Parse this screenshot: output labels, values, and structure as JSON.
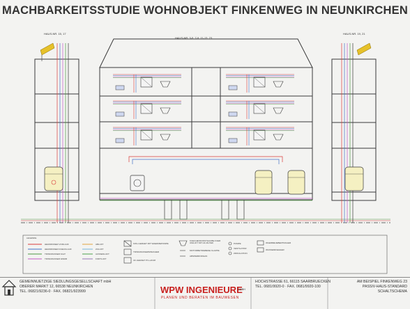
{
  "title": "MACHBARKEITSSTUDIE WOHNOBJEKT FINKENWEG IN NEUNKIRCHEN",
  "house_labels": {
    "left": "HAUS-NR. 15, 17",
    "center": "HAUS-NR. 3-5, 7-9, 11-13, 23",
    "right": "HAUS-NR. 19, 21"
  },
  "legend": {
    "heading": "LEGENDE",
    "pipes": [
      "HEIZWASSER VORLAUF",
      "HEIZWASSER RUECKLAUF",
      "TRINKWASSER KALT",
      "TRINKWASSER WARM"
    ],
    "air": [
      "ABLUFT",
      "ZULUFT",
      "AUSSENLUFT",
      "FORTLUFT"
    ],
    "devices": [
      "KWL-GERAET MIT WAERMEPUMPE",
      "TRINKWASSERSPEICHER",
      "UF-GERAET PV+LZUM",
      "KUECHENDUNSTHAUBE FUER UMLUFT MIT AK-FILTER",
      "MOTORBETRIEBENE KLAPPE",
      "ABSPERRORGAN",
      "PUMPE",
      "VENTILATOR",
      "ZIRKULATION",
      "WAERMEUEBERTRAGER",
      "WASSERZAEHLER"
    ]
  },
  "footer": {
    "client_name": "GEMEINNUETZIGE SIEDLUNGSGESELLSCHAFT mbH",
    "client_address": "OBERER MARKT 12, 66538 NEUNKIRCHEN",
    "client_phone": "TEL. 06821/9236-0 · FAX. 06821/923999",
    "firm_prefix": "WPW",
    "firm_name": "INGENIEURE",
    "firm_legal": "GMBH",
    "firm_tagline": "PLANEN UND BERATEN IM BAUWESEN",
    "firm_address": "HOCHSTRASSE 61, 66115 SAARBRUECKEN",
    "firm_phone": "TEL. 0681/9920-0 · FAX. 0681/9920-100",
    "project_line1": "AM BEISPIEL FINKENWEG 23",
    "project_line2": "PASSIV-HAUS-STANDARD",
    "project_line3": "SCHALTSCHEMA"
  },
  "colors": {
    "outline": "#3a3a3a",
    "pipe_red": "#d93b3b",
    "pipe_blue": "#4673c8",
    "pipe_magenta": "#c25bc5",
    "pipe_green": "#4e9a45",
    "solar_yellow": "#e6c12a",
    "brand_red": "#c8201e"
  }
}
